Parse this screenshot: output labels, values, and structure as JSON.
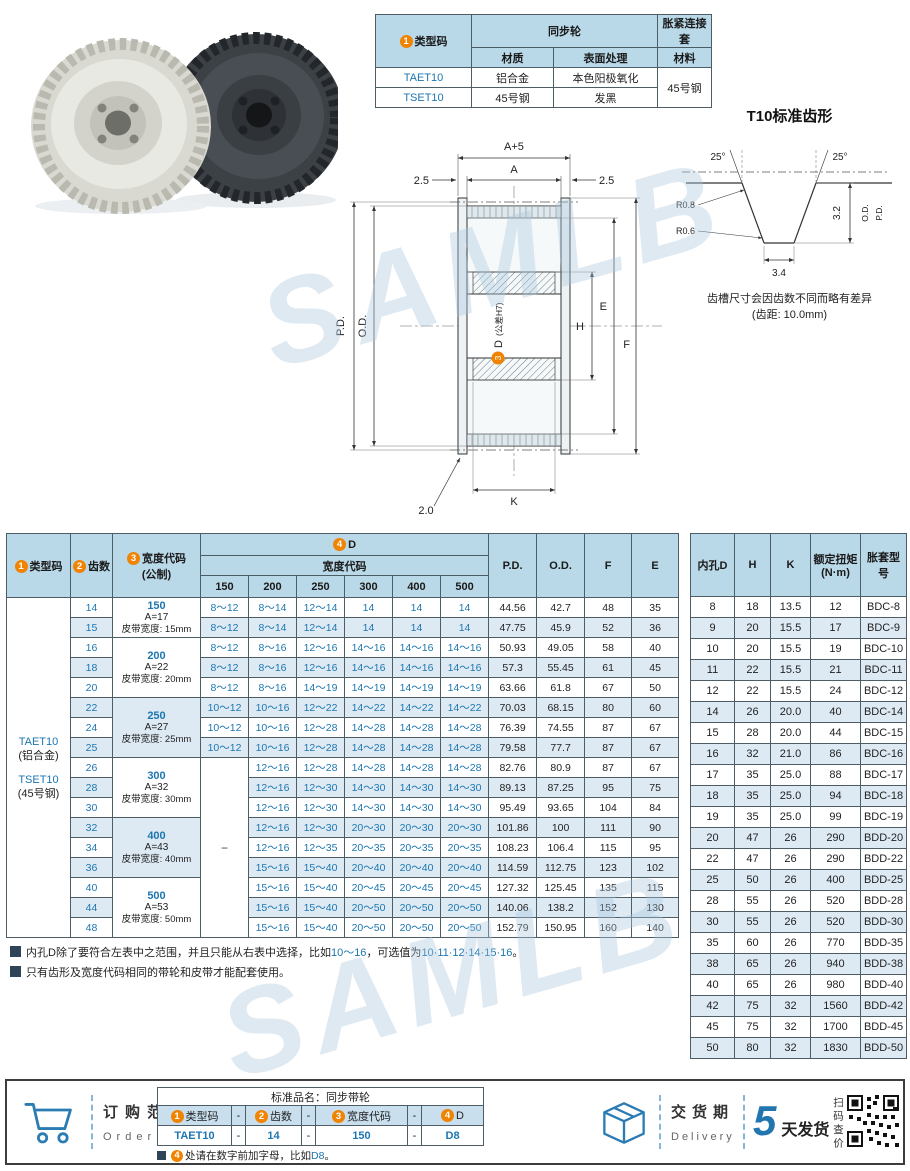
{
  "badges": {
    "b1": "1",
    "b2": "2",
    "b3": "3",
    "b4": "4"
  },
  "watermark": "SAMLB",
  "spec_table": {
    "type_header": "类型码",
    "sync_header": "同步轮",
    "sleeve_header": "胀紧连接套",
    "material_header": "材质",
    "surface_header": "表面处理",
    "sleeve_material_header": "材料",
    "rows": [
      {
        "code": "TAET10",
        "material": "铝合金",
        "surface": "本色阳极氧化"
      },
      {
        "code": "TSET10",
        "material": "45号钢",
        "surface": "发黑"
      }
    ],
    "sleeve_material_value": "45号钢"
  },
  "profile": {
    "title": "T10标准齿形",
    "angle_left": "25°",
    "angle_right": "25°",
    "r_top": "R0.8",
    "r_bottom": "R0.6",
    "width": "3.4",
    "depth": "3.2",
    "pd_label": "P.D.",
    "od_label": "O.D.",
    "note_line1": "齿槽尺寸会因齿数不同而略有差异",
    "note_line2": "(齿距: 10.0mm)"
  },
  "drawing": {
    "a_plus_5": "A+5",
    "a": "A",
    "left_25": "2.5",
    "right_25": "2.5",
    "pd": "P.D.",
    "od": "O.D.",
    "d_label": "D",
    "d_tolerance": "(公差H7)",
    "h": "H",
    "e": "E",
    "f": "F",
    "k": "K",
    "flange_thickness": "2.0"
  },
  "main_table": {
    "headers": {
      "type": "类型码",
      "teeth": "齿数",
      "width_code": "宽度代码\n(公制)",
      "d": "D",
      "width_code_sub": "宽度代码",
      "d_cols": [
        "150",
        "200",
        "250",
        "300",
        "400",
        "500"
      ],
      "pd": "P.D.",
      "od": "O.D.",
      "f": "F",
      "e": "E"
    },
    "type_lines": [
      {
        "text": "TAET10",
        "blue": true
      },
      {
        "text": "(铝合金)",
        "blue": false
      },
      {
        "text": "TSET10",
        "blue": true,
        "gap": true
      },
      {
        "text": "(45号钢)",
        "blue": false
      }
    ],
    "width_groups": [
      {
        "code": "150",
        "a": "A=17",
        "belt": "皮带宽度: 15mm",
        "span": 2
      },
      {
        "code": "200",
        "a": "A=22",
        "belt": "皮带宽度: 20mm",
        "span": 3
      },
      {
        "code": "250",
        "a": "A=27",
        "belt": "皮带宽度: 25mm",
        "span": 3
      },
      {
        "code": "300",
        "a": "A=32",
        "belt": "皮带宽度: 30mm",
        "span": 3
      },
      {
        "code": "400",
        "a": "A=43",
        "belt": "皮带宽度: 40mm",
        "span": 3
      },
      {
        "code": "500",
        "a": "A=53",
        "belt": "皮带宽度: 50mm",
        "span": 3
      }
    ],
    "dash": "−",
    "dash_start_row": 8,
    "dash_span": 9,
    "rows": [
      {
        "teeth": "14",
        "d": [
          "8～12",
          "8～14",
          "12～14",
          "14",
          "14",
          "14"
        ],
        "pd": "44.56",
        "od": "42.7",
        "f": "48",
        "e": "35"
      },
      {
        "teeth": "15",
        "d": [
          "8～12",
          "8～14",
          "12～14",
          "14",
          "14",
          "14"
        ],
        "pd": "47.75",
        "od": "45.9",
        "f": "52",
        "e": "36"
      },
      {
        "teeth": "16",
        "d": [
          "8～12",
          "8～16",
          "12～16",
          "14～16",
          "14～16",
          "14～16"
        ],
        "pd": "50.93",
        "od": "49.05",
        "f": "58",
        "e": "40"
      },
      {
        "teeth": "18",
        "d": [
          "8～12",
          "8～16",
          "12～16",
          "14～16",
          "14～16",
          "14～16"
        ],
        "pd": "57.3",
        "od": "55.45",
        "f": "61",
        "e": "45"
      },
      {
        "teeth": "20",
        "d": [
          "8～12",
          "8～16",
          "14～19",
          "14～19",
          "14～19",
          "14～19"
        ],
        "pd": "63.66",
        "od": "61.8",
        "f": "67",
        "e": "50"
      },
      {
        "teeth": "22",
        "d": [
          "10～12",
          "10～16",
          "12～22",
          "14～22",
          "14～22",
          "14～22"
        ],
        "pd": "70.03",
        "od": "68.15",
        "f": "80",
        "e": "60"
      },
      {
        "teeth": "24",
        "d": [
          "10～12",
          "10～16",
          "12～28",
          "14～28",
          "14～28",
          "14～28"
        ],
        "pd": "76.39",
        "od": "74.55",
        "f": "87",
        "e": "67"
      },
      {
        "teeth": "25",
        "d": [
          "10～12",
          "10～16",
          "12～28",
          "14～28",
          "14～28",
          "14～28"
        ],
        "pd": "79.58",
        "od": "77.7",
        "f": "87",
        "e": "67"
      },
      {
        "teeth": "26",
        "d": [
          null,
          "12～16",
          "12～28",
          "14～28",
          "14～28",
          "14～28"
        ],
        "pd": "82.76",
        "od": "80.9",
        "f": "87",
        "e": "67"
      },
      {
        "teeth": "28",
        "d": [
          null,
          "12～16",
          "12～30",
          "14～30",
          "14～30",
          "14～30"
        ],
        "pd": "89.13",
        "od": "87.25",
        "f": "95",
        "e": "75"
      },
      {
        "teeth": "30",
        "d": [
          null,
          "12～16",
          "12～30",
          "14～30",
          "14～30",
          "14～30"
        ],
        "pd": "95.49",
        "od": "93.65",
        "f": "104",
        "e": "84"
      },
      {
        "teeth": "32",
        "d": [
          null,
          "12～16",
          "12～30",
          "20～30",
          "20～30",
          "20～30"
        ],
        "pd": "101.86",
        "od": "100",
        "f": "111",
        "e": "90"
      },
      {
        "teeth": "34",
        "d": [
          null,
          "12～16",
          "12～35",
          "20～35",
          "20～35",
          "20～35"
        ],
        "pd": "108.23",
        "od": "106.4",
        "f": "115",
        "e": "95"
      },
      {
        "teeth": "36",
        "d": [
          null,
          "15～16",
          "15～40",
          "20～40",
          "20～40",
          "20～40"
        ],
        "pd": "114.59",
        "od": "112.75",
        "f": "123",
        "e": "102"
      },
      {
        "teeth": "40",
        "d": [
          null,
          "15～16",
          "15～40",
          "20～45",
          "20～45",
          "20～45"
        ],
        "pd": "127.32",
        "od": "125.45",
        "f": "135",
        "e": "115"
      },
      {
        "teeth": "44",
        "d": [
          null,
          "15～16",
          "15～40",
          "20～50",
          "20～50",
          "20～50"
        ],
        "pd": "140.06",
        "od": "138.2",
        "f": "152",
        "e": "130"
      },
      {
        "teeth": "48",
        "d": [
          null,
          "15～16",
          "15～40",
          "20～50",
          "20～50",
          "20～50"
        ],
        "pd": "152.79",
        "od": "150.95",
        "f": "160",
        "e": "140"
      }
    ]
  },
  "bore_table": {
    "headers": [
      "内孔D",
      "H",
      "K",
      "额定扭矩\n(N·m)",
      "胀套型号"
    ],
    "rows": [
      [
        "8",
        "18",
        "13.5",
        "12",
        "BDC-8"
      ],
      [
        "9",
        "20",
        "15.5",
        "17",
        "BDC-9"
      ],
      [
        "10",
        "20",
        "15.5",
        "19",
        "BDC-10"
      ],
      [
        "11",
        "22",
        "15.5",
        "21",
        "BDC-11"
      ],
      [
        "12",
        "22",
        "15.5",
        "24",
        "BDC-12"
      ],
      [
        "14",
        "26",
        "20.0",
        "40",
        "BDC-14"
      ],
      [
        "15",
        "28",
        "20.0",
        "44",
        "BDC-15"
      ],
      [
        "16",
        "32",
        "21.0",
        "86",
        "BDC-16"
      ],
      [
        "17",
        "35",
        "25.0",
        "88",
        "BDC-17"
      ],
      [
        "18",
        "35",
        "25.0",
        "94",
        "BDC-18"
      ],
      [
        "19",
        "35",
        "25.0",
        "99",
        "BDC-19"
      ],
      [
        "20",
        "47",
        "26",
        "290",
        "BDD-20"
      ],
      [
        "22",
        "47",
        "26",
        "290",
        "BDD-22"
      ],
      [
        "25",
        "50",
        "26",
        "400",
        "BDD-25"
      ],
      [
        "28",
        "55",
        "26",
        "520",
        "BDD-28"
      ],
      [
        "30",
        "55",
        "26",
        "520",
        "BDD-30"
      ],
      [
        "35",
        "60",
        "26",
        "770",
        "BDD-35"
      ],
      [
        "38",
        "65",
        "26",
        "940",
        "BDD-38"
      ],
      [
        "40",
        "65",
        "26",
        "980",
        "BDD-40"
      ],
      [
        "42",
        "75",
        "32",
        "1560",
        "BDD-42"
      ],
      [
        "45",
        "75",
        "32",
        "1700",
        "BDD-45"
      ],
      [
        "50",
        "80",
        "32",
        "1830",
        "BDD-50"
      ]
    ]
  },
  "notes": [
    {
      "segments": [
        {
          "t": "内孔D除了要符合左表中之范围，并且只能从右表中选择，比如"
        },
        {
          "t": "10～16",
          "blue": true
        },
        {
          "t": "，可选值为"
        },
        {
          "t": "10·11·12·14·15·16",
          "blue": true
        },
        {
          "t": "。"
        }
      ]
    },
    {
      "segments": [
        {
          "t": "只有齿形及宽度代码相同的带轮和皮带才能配套使用。"
        }
      ]
    }
  ],
  "order": {
    "cart_title": "订购范例",
    "cart_subtitle": "Order",
    "table_title": "标准品名：同步带轮",
    "dash": "-",
    "col1_label": "类型码",
    "col2_label": "齿数",
    "col3_label": "宽度代码",
    "col4_label": "D",
    "val1": "TAET10",
    "val2": "14",
    "val3": "150",
    "val4": "D8",
    "note_segments": [
      {
        "t": "处请在数字前加字母，比如"
      },
      {
        "t": "D8",
        "blue": true
      },
      {
        "t": "。"
      }
    ]
  },
  "delivery": {
    "title": "交货期",
    "subtitle": "Delivery",
    "days_number": "5",
    "days_text": "天发货",
    "qr_label": "扫码查价"
  }
}
